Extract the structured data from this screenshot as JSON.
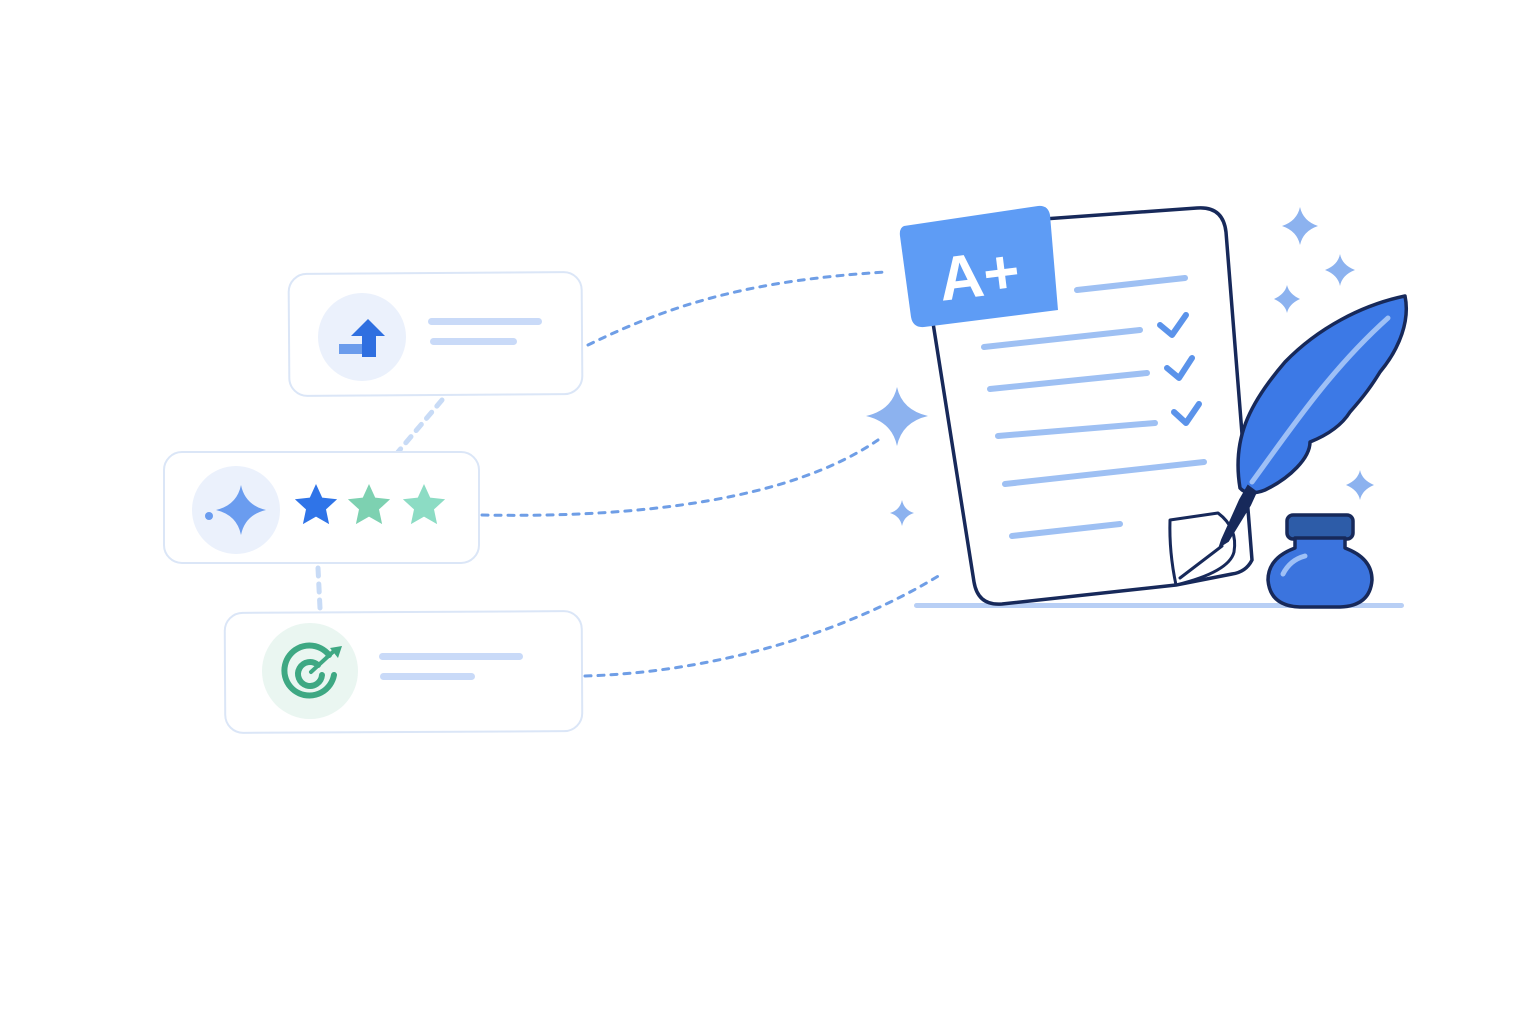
{
  "colors": {
    "accent_blue": "#3b7de9",
    "light_blue": "#8fb3f0",
    "navy_outline": "#17295a",
    "mint": "#6ccfae",
    "teal_green": "#3ea883",
    "card_border": "#dbe6f7",
    "badge_blue": "#5e9cf5"
  },
  "cards": [
    {
      "icon": "arrow-up-icon"
    },
    {
      "icon": "sparkle-icon",
      "rating": {
        "filled": 1,
        "total": 3
      }
    },
    {
      "icon": "target-icon"
    }
  ],
  "document": {
    "grade_badge": "A+",
    "checked_items": 3,
    "total_lines": 6
  },
  "decor": [
    "quill-pen-icon",
    "ink-bottle-icon",
    "sparkle-icon"
  ]
}
